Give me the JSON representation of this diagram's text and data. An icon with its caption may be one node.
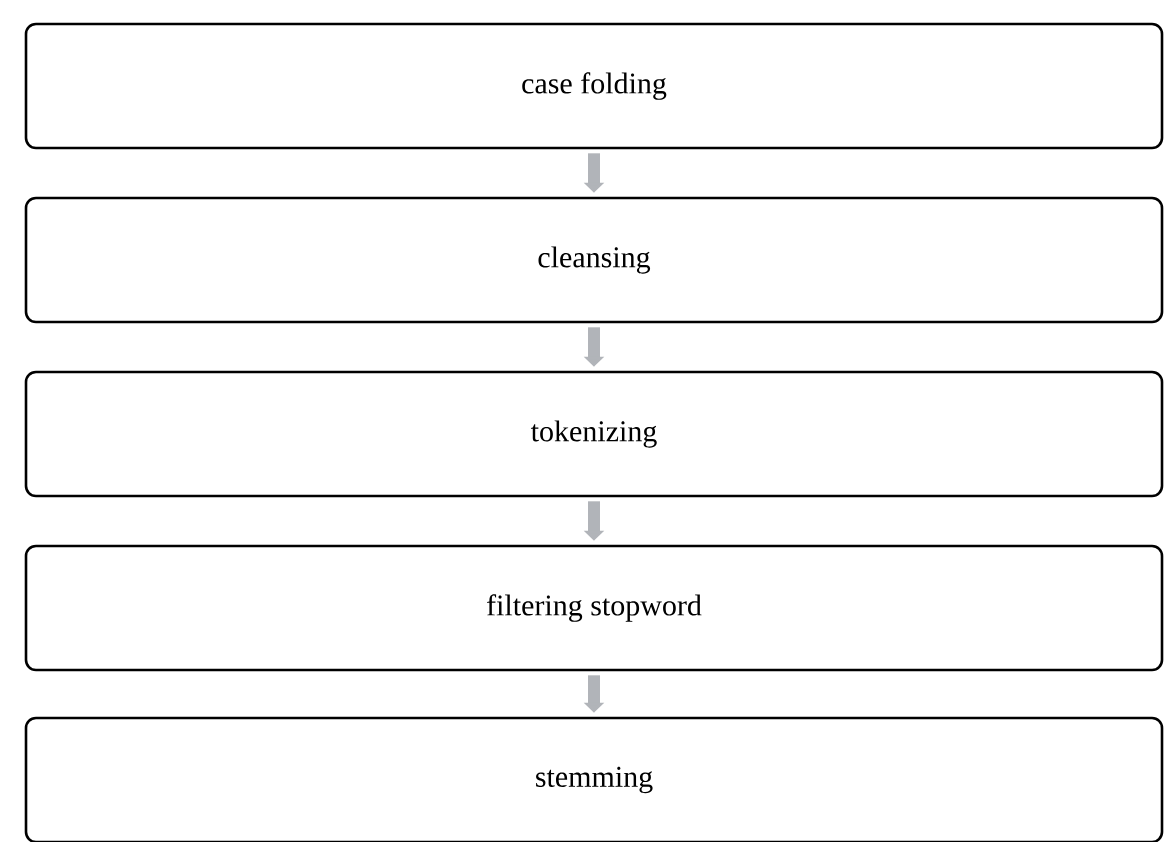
{
  "diagram": {
    "nodes": [
      {
        "text": [
          "case folding"
        ]
      },
      {
        "text": [
          "cleansing"
        ]
      },
      {
        "text": [
          "tokenizing"
        ]
      },
      {
        "text": [
          "filtering stopword"
        ]
      },
      {
        "text": [
          "stemming"
        ]
      }
    ],
    "edges": [
      {
        "from": 0,
        "to": 1,
        "arrow": "to"
      },
      {
        "from": 1,
        "to": 2,
        "arrow": "to"
      },
      {
        "from": 2,
        "to": 3,
        "arrow": "to"
      },
      {
        "from": 3,
        "to": 4,
        "arrow": "to"
      }
    ]
  }
}
